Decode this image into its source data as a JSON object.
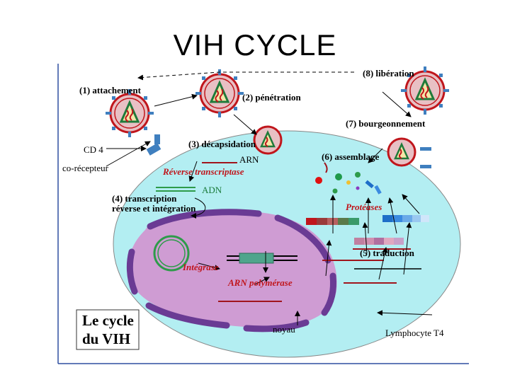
{
  "slide": {
    "title": "VIH CYCLE"
  },
  "labels": {
    "attachement": "(1) attachement",
    "penetration": "(2) pénétration",
    "decapsidation": "(3) décapsidation",
    "transcription_1": "(4) transcription",
    "transcription_2": "réverse et intégration",
    "traduction": "(5) traduction",
    "assemblage": "(6) assemblage",
    "bourgeonnement": "(7) bourgeonnement",
    "liberation": "(8) libération",
    "cd4": "CD 4",
    "co_recepteur": "co-récepteur",
    "arn": "ARN",
    "adn": "ADN",
    "reverse_transcriptase": "Réverse transcriptase",
    "integrase": "Intégrase",
    "arn_polymerase": "ARN polymérase",
    "proteases": "Protéases",
    "noyau": "noyau",
    "lymphocyte": "Lymphocyte T4",
    "caption_1": "Le cycle",
    "caption_2": "du VIH"
  },
  "colors": {
    "cell": "#b3eef2",
    "nucleus": "#cf9cd3",
    "nucleus_border": "#6a3b94",
    "virion_outer": "#e8c0c4",
    "virion_ring": "#c0161c",
    "capsid": "#1f7a3a",
    "receptor": "#3f7fbf",
    "label_red": "#c0161c"
  }
}
